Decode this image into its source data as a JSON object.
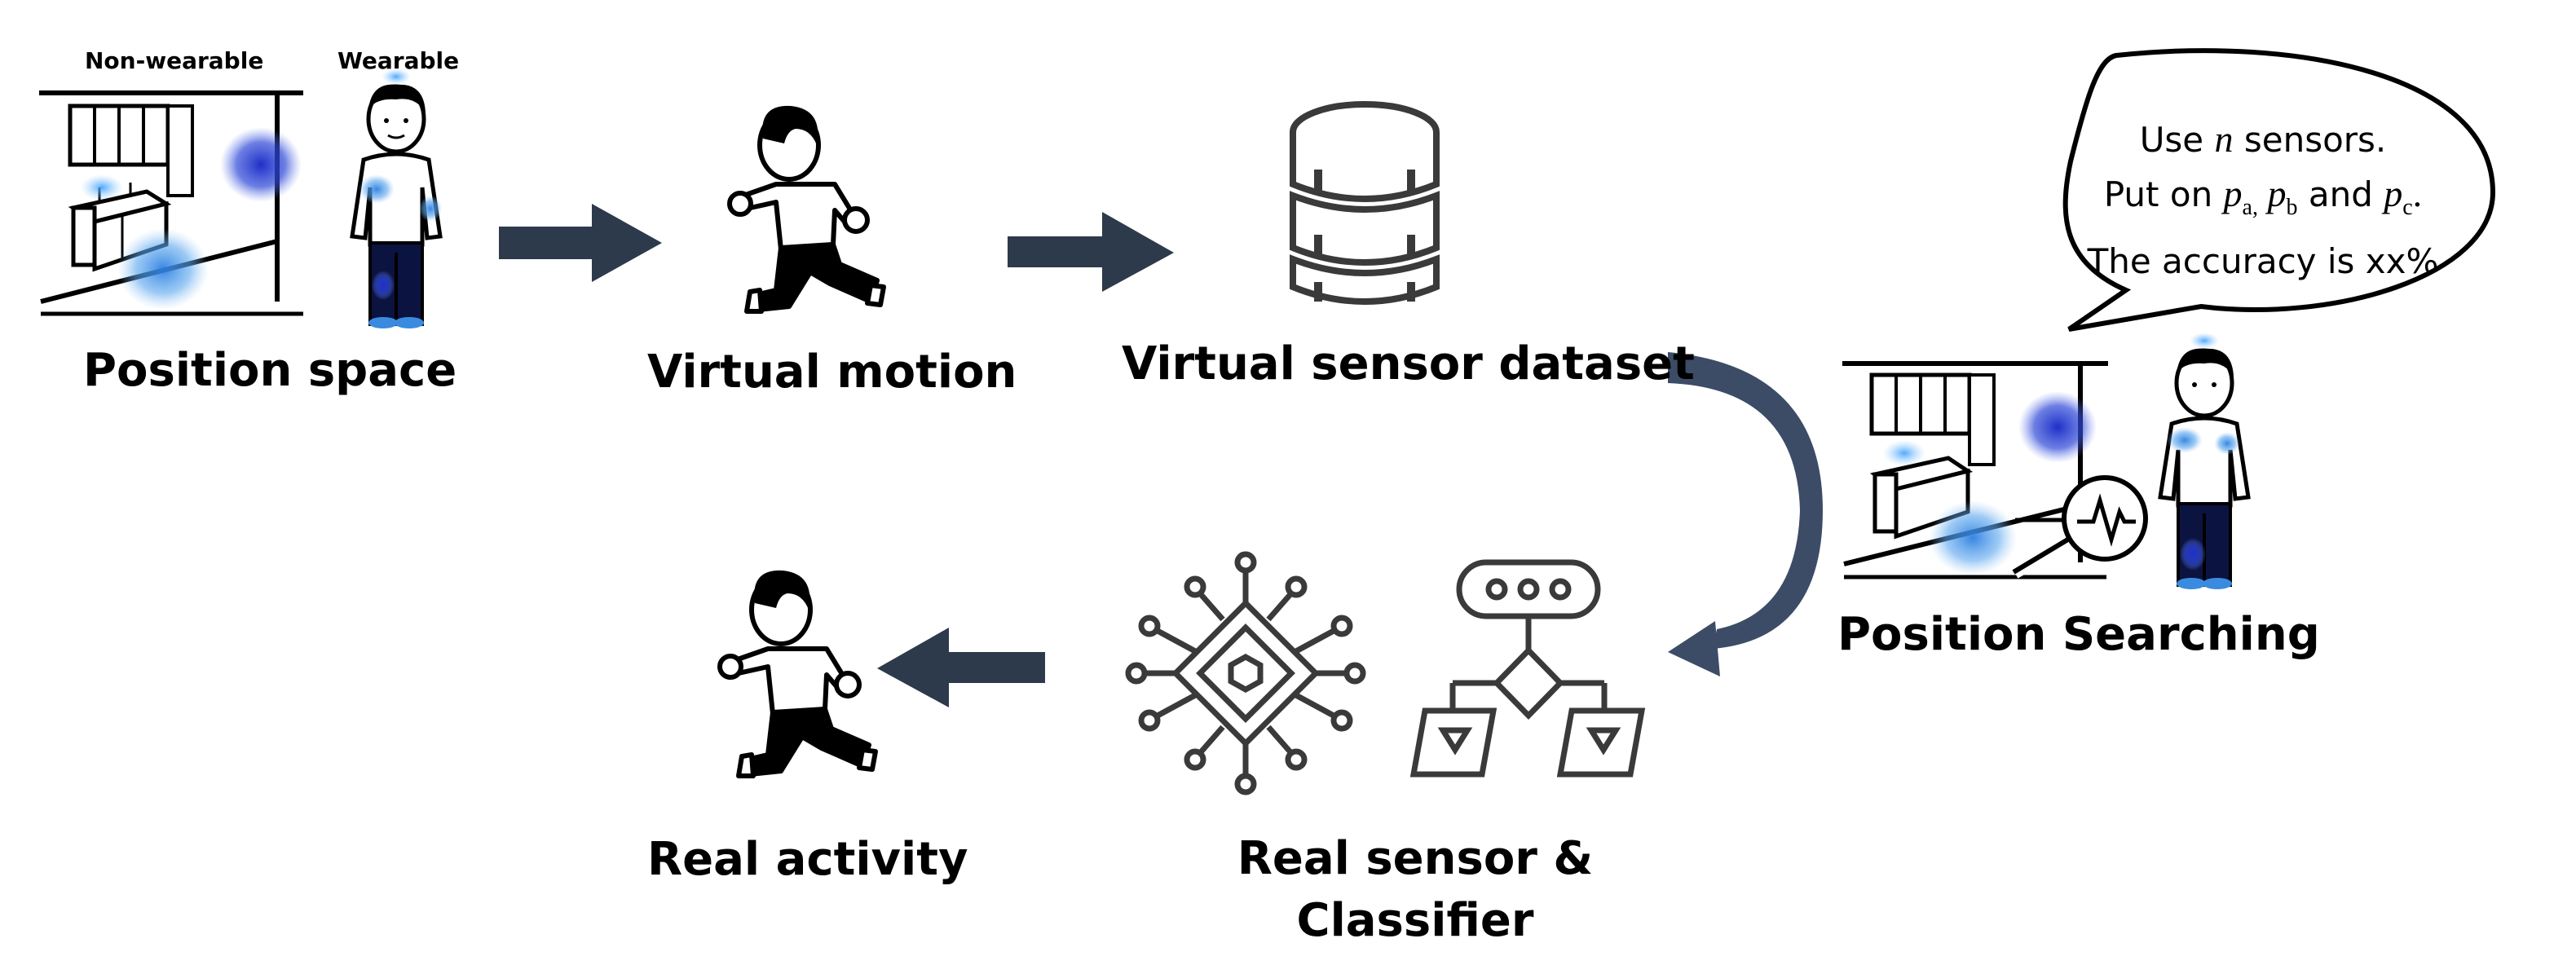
{
  "position_space": {
    "title": "Position space",
    "non_wearable_label": "Non-wearable",
    "wearable_label": "Wearable"
  },
  "virtual_motion": {
    "title": "Virtual motion"
  },
  "virtual_dataset": {
    "title": "Virtual sensor dataset"
  },
  "position_searching": {
    "title": "Position Searching"
  },
  "speech_bubble": {
    "line1_a": "Use ",
    "line1_var": "n",
    "line1_b": " sensors.",
    "line2_a": "Put on ",
    "p_a": "p",
    "sub_a": "a,",
    "p_b": "p",
    "sub_b": "b",
    "line2_and": " and ",
    "p_c": "p",
    "sub_c": "c",
    "line2_end": ".",
    "line3": "The accuracy is xx%"
  },
  "classifier": {
    "title_line1": "Real sensor &",
    "title_line2": "Classifier"
  },
  "real_activity": {
    "title": "Real activity"
  },
  "colors": {
    "arrow": "#2d3a4b",
    "curve_arrow": "#3c4c66",
    "icon_stroke": "#3a3a3a",
    "heat_blue": "#2a3fd0",
    "light_blue": "#3c8ee0"
  }
}
